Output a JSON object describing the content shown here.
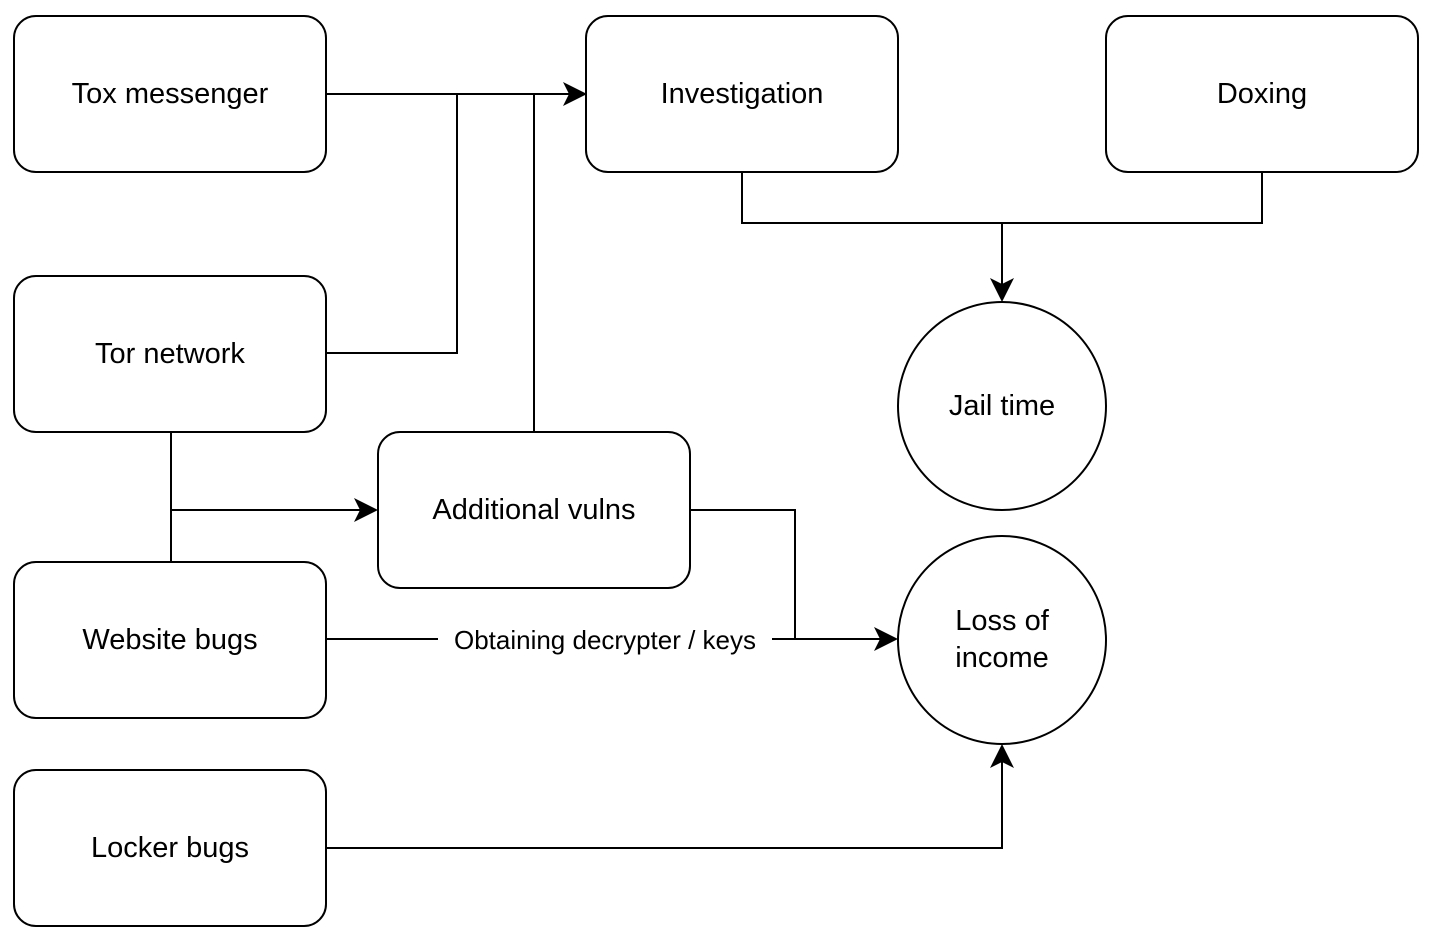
{
  "diagram": {
    "nodes": {
      "tox": {
        "label": "Tox messenger"
      },
      "investigation": {
        "label": "Investigation"
      },
      "doxing": {
        "label": "Doxing"
      },
      "tor": {
        "label": "Tor network"
      },
      "jail": {
        "label": "Jail time"
      },
      "vulns": {
        "label": "Additional vulns"
      },
      "website": {
        "label": "Website bugs"
      },
      "loss": {
        "line1": "Loss of",
        "line2": "income"
      },
      "locker": {
        "label": "Locker bugs"
      }
    },
    "edges": {
      "website_to_loss": {
        "label": "Obtaining decrypter / keys"
      }
    }
  }
}
